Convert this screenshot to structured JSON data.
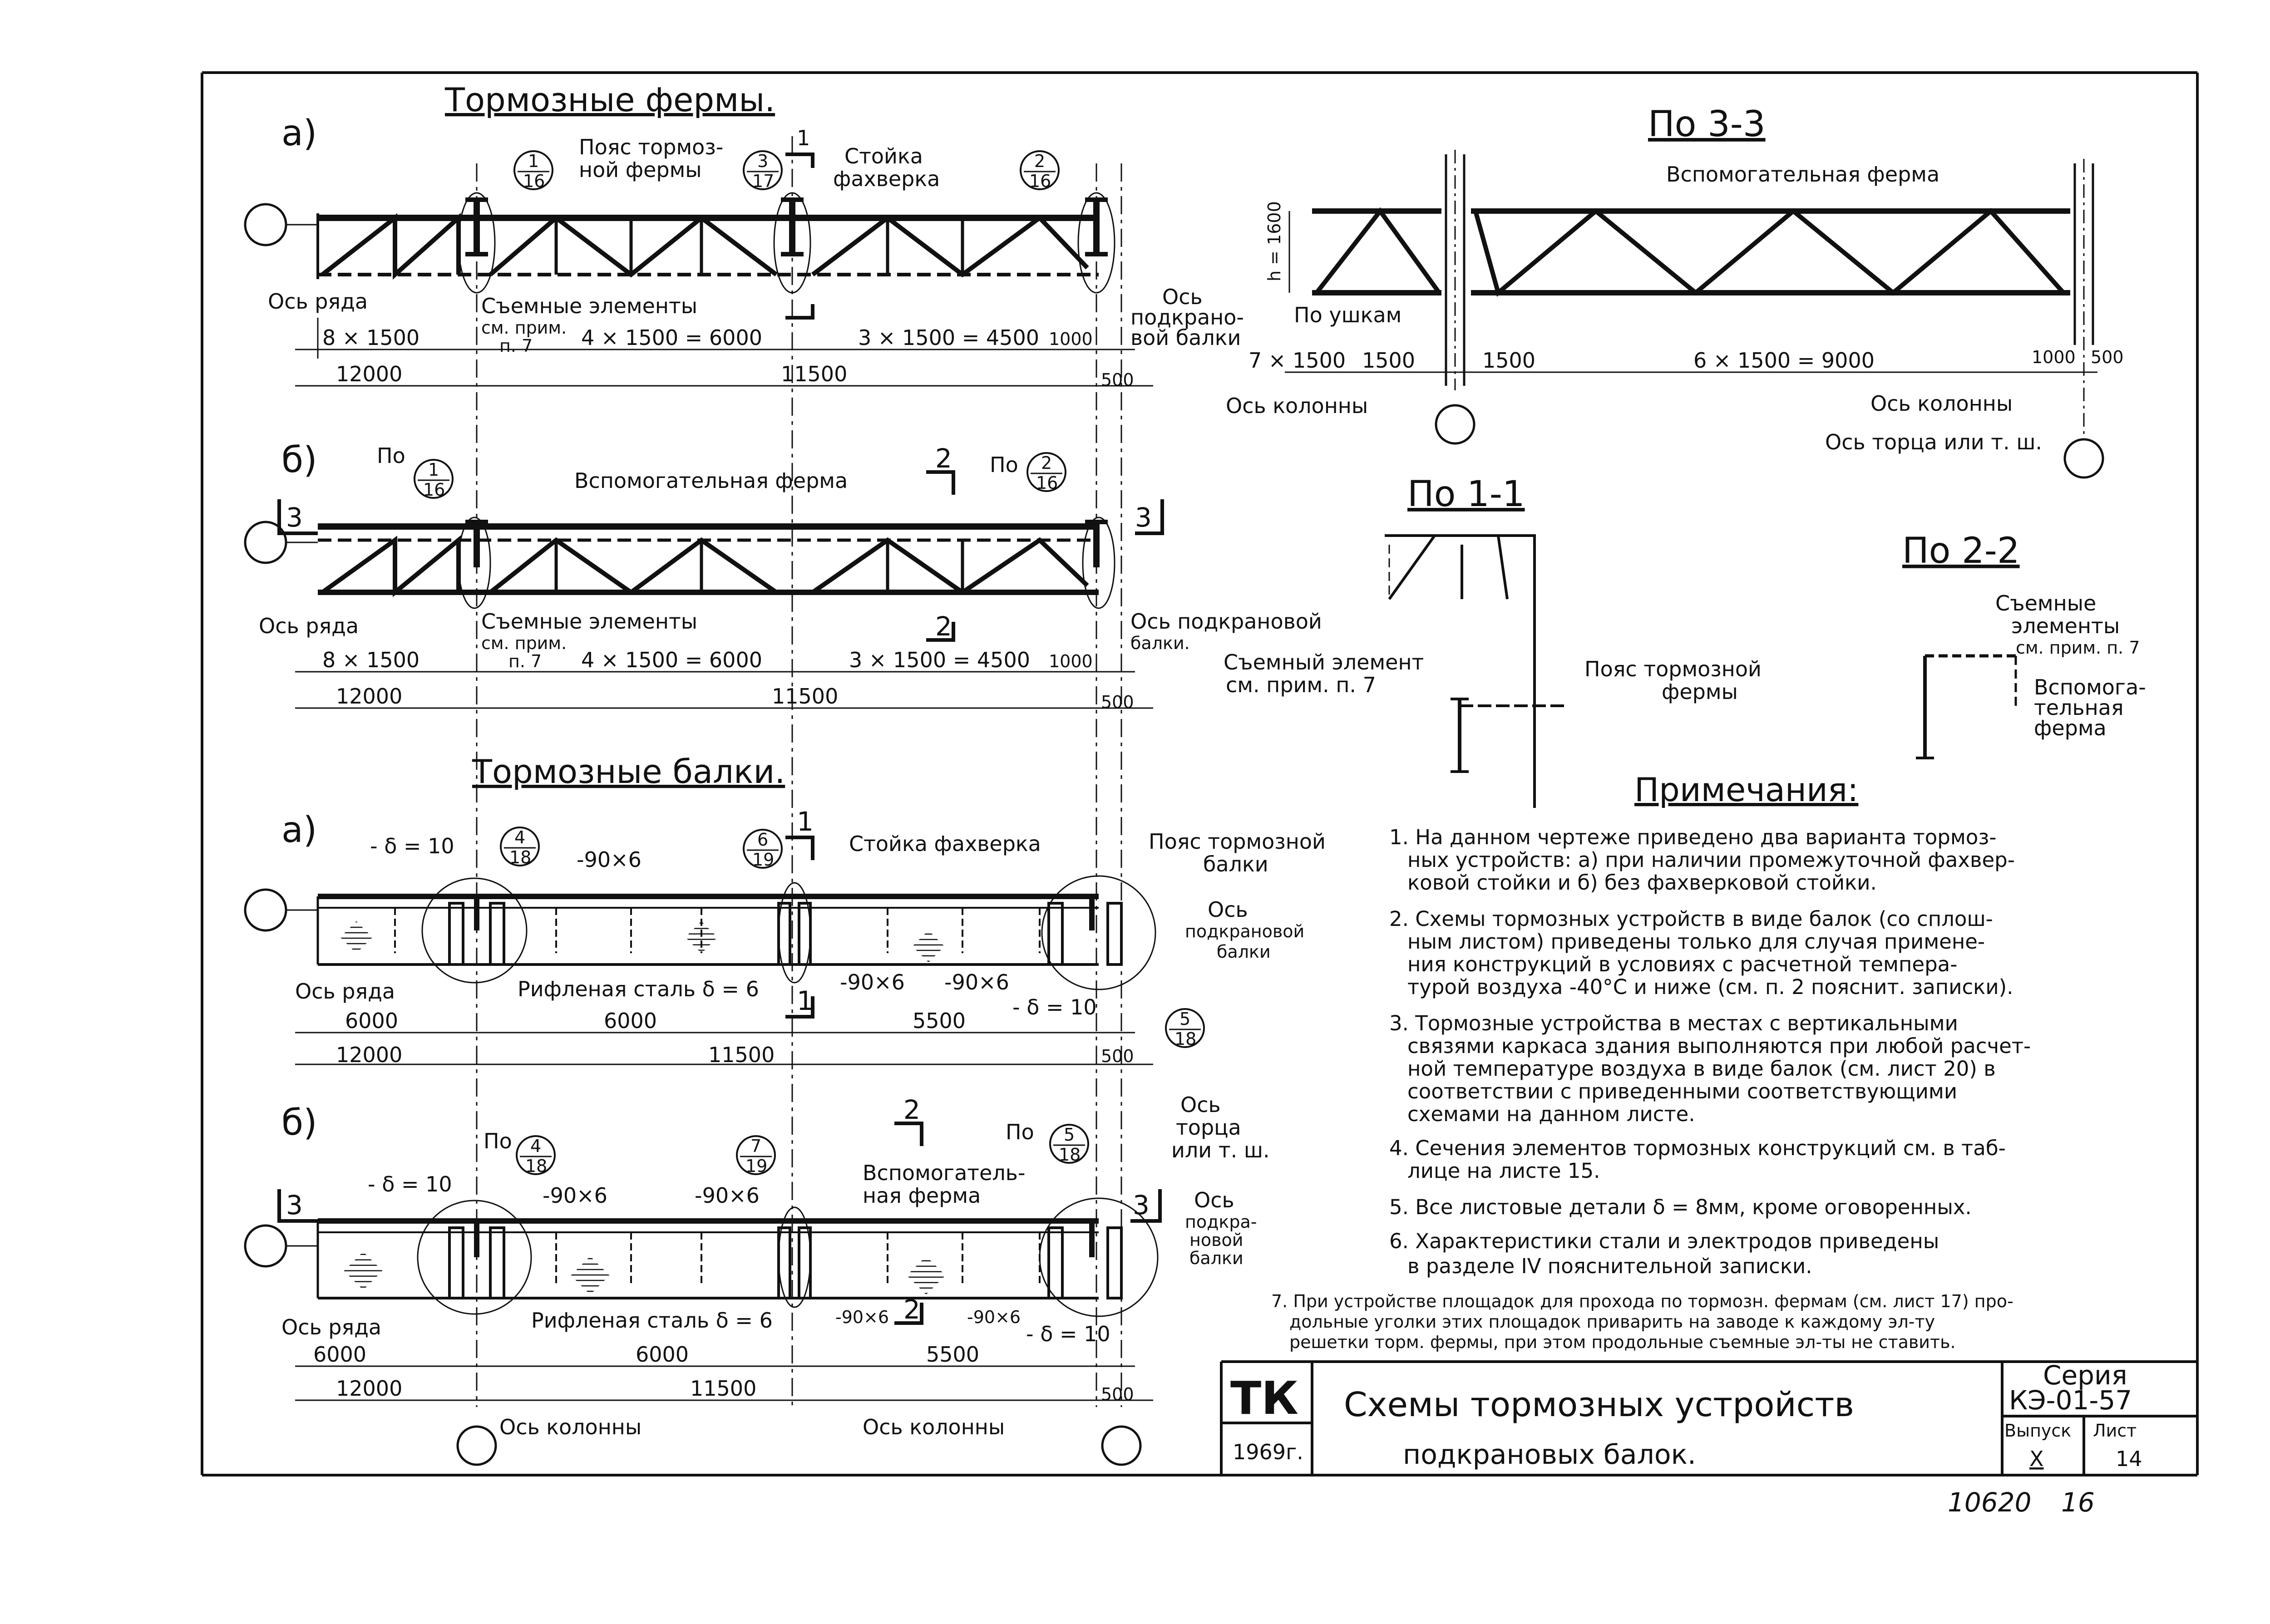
{
  "trusses": {
    "title": "Тормозные фермы.",
    "a": {
      "label": "а)",
      "chord_callout_line1": "Пояс тормоз-",
      "chord_callout_line2": "ной фермы",
      "post_callout_line1": "Стойка",
      "post_callout_line2": "фахверка",
      "ref1_top": "1",
      "ref1_bot": "16",
      "ref2_top": "3",
      "ref2_bot": "17",
      "ref3_top": "2",
      "ref3_bot": "16",
      "section_mark": "1",
      "row_axis": "Ось ряда",
      "removable_line1": "Съемные элементы",
      "removable_line2": "см. прим.",
      "removable_line3": "п. 7",
      "crane_axis_line1": "Ось",
      "crane_axis_line2": "подкрано-",
      "crane_axis_line3": "вой балки",
      "dim_1": "8 × 1500",
      "dim_2": "4 × 1500 = 6000",
      "dim_3": "3 × 1500 = 4500",
      "dim_4": "1000",
      "dim_total_1": "12000",
      "dim_total_2": "11500",
      "dim_total_3": "500"
    },
    "b": {
      "label": "б)",
      "aux_truss": "Вспомогательная ферма",
      "po": "По",
      "ref1_top": "1",
      "ref1_bot": "16",
      "ref2_top": "2",
      "ref2_bot": "16",
      "section_mark_3": "3",
      "section_mark_2": "2",
      "row_axis": "Ось ряда",
      "removable_line1": "Съемные элементы",
      "removable_line2": "см. прим.",
      "removable_line3": "п. 7",
      "crane_axis_line1": "Ось подкрановой",
      "crane_axis_line2": "балки.",
      "dim_1": "8 × 1500",
      "dim_2": "4 × 1500 = 6000",
      "dim_3": "3 × 1500 = 4500",
      "dim_4": "1000",
      "dim_total_1": "12000",
      "dim_total_2": "11500",
      "dim_total_3": "500"
    }
  },
  "section33": {
    "title": "По 3-3",
    "aux_truss": "Вспомогательная ферма",
    "height": "h = 1600",
    "by_lugs": "По  ушкам",
    "dim_1": "7 × 1500",
    "dim_2": "1500",
    "dim_3": "1500",
    "dim_4": "6 × 1500 = 9000",
    "dim_5": "1000",
    "dim_6": "500",
    "col_axis_left": "Ось колонны",
    "col_axis_right": "Ось колонны",
    "end_axis": "Ось торца или т. ш."
  },
  "section11": {
    "title": "По 1-1",
    "removable_line1": "Съемный элемент",
    "removable_line2": "см. прим. п. 7",
    "chord_line1": "Пояс тормозной",
    "chord_line2": "фермы"
  },
  "section22": {
    "title": "По 2-2",
    "removable_line1": "Съемные",
    "removable_line2": "элементы",
    "removable_line3": "см. прим. п. 7",
    "aux_line1": "Вспомога-",
    "aux_line2": "тельная",
    "aux_line3": "ферма"
  },
  "beams": {
    "title": "Тормозные балки.",
    "a": {
      "label": "а)",
      "post": "Стойка фахверка",
      "chord_line1": "Пояс тормозной",
      "chord_line2": "балки",
      "delta10": "- δ = 10",
      "plate": "-90×6",
      "ref1_top": "4",
      "ref1_bot": "18",
      "ref2_top": "6",
      "ref2_bot": "19",
      "ref3_top": "5",
      "ref3_bot": "18",
      "section_mark": "1",
      "crane_axis_line1": "Ось",
      "crane_axis_line2": "подкрановой",
      "crane_axis_line3": "балки",
      "row_axis": "Ось ряда",
      "checker": "Рифленая сталь δ = 6",
      "plate_2": "-90×6",
      "plate_3": "-90×6",
      "delta10_b": "- δ = 10",
      "dim_1": "6000",
      "dim_2": "6000",
      "dim_3": "5500",
      "dim_total_1": "12000",
      "dim_total_2": "11500",
      "dim_total_3": "500"
    },
    "b": {
      "label": "б)",
      "po": "По",
      "delta10": "- δ = 10",
      "plate_1": "-90×6",
      "plate_2": "-90×6",
      "ref1_top": "4",
      "ref1_bot": "18",
      "ref2_top": "7",
      "ref2_bot": "19",
      "ref3_top": "5",
      "ref3_bot": "18",
      "aux_line1": "Вспомогатель-",
      "aux_line2": "ная ферма",
      "section_mark_2": "2",
      "section_mark_3": "3",
      "end_axis_line1": "Ось",
      "end_axis_line2": "торца",
      "end_axis_line3": "или т. ш.",
      "crane_axis_line1": "Ось",
      "crane_axis_line2": "подкра-",
      "crane_axis_line3": "новой",
      "crane_axis_line4": "балки",
      "row_axis": "Ось ряда",
      "checker": "Рифленая сталь δ = 6",
      "plate_3": "-90×6",
      "plate_4": "-90×6",
      "delta10_b": "- δ = 10",
      "dim_1": "6000",
      "dim_2": "6000",
      "dim_3": "5500",
      "dim_total_1": "12000",
      "dim_total_2": "11500",
      "dim_total_3": "500",
      "col_axis_1": "Ось колонны",
      "col_axis_2": "Ось колонны"
    }
  },
  "notes": {
    "title": "Примечания:",
    "lines": [
      "1. На данном чертеже приведено два варианта тормоз-",
      "ных устройств: а) при наличии промежуточной фахвер-",
      "ковой стойки и  б) без фахверковой стойки.",
      "2. Схемы тормозных устройств в виде балок (со сплош-",
      "ным листом) приведены только для случая примене-",
      "ния конструкций в условиях с расчетной темпера-",
      "турой воздуха -40°С и ниже (см. п. 2 пояснит. записки).",
      "3. Тормозные устройства в местах с вертикальными",
      "связями каркаса здания выполняются при любой расчет-",
      "ной температуре воздуха в виде балок (см. лист 20) в",
      "соответствии с приведенными соответствующими",
      "схемами на данном листе.",
      "4. Сечения элементов тормозных конструкций см. в таб-",
      "лице на листе 15.",
      "5. Все листовые детали  δ = 8мм, кроме оговоренных.",
      "6. Характеристики стали и электродов приведены",
      "в разделе IV  пояснительной  записки."
    ],
    "note7": [
      "7. При устройстве площадок для прохода по тормозн. фермам (см. лист 17) про-",
      "дольные уголки этих площадок приварить на заводе к каждому эл-ту",
      "решетки торм. фермы, при этом продольные съемные эл-ты не ставить."
    ]
  },
  "title_block": {
    "org": "ТК",
    "year": "1969г.",
    "title_line1": "Схемы тормозных устройств",
    "title_line2": "подкрановых  балок.",
    "series_label": "Серия",
    "series_value": "КЭ-01-57",
    "issue_label": "Выпуск",
    "issue_value": "X",
    "sheet_label": "Лист",
    "sheet_value": "14"
  },
  "stamps": {
    "number": "10620",
    "page": "16"
  }
}
